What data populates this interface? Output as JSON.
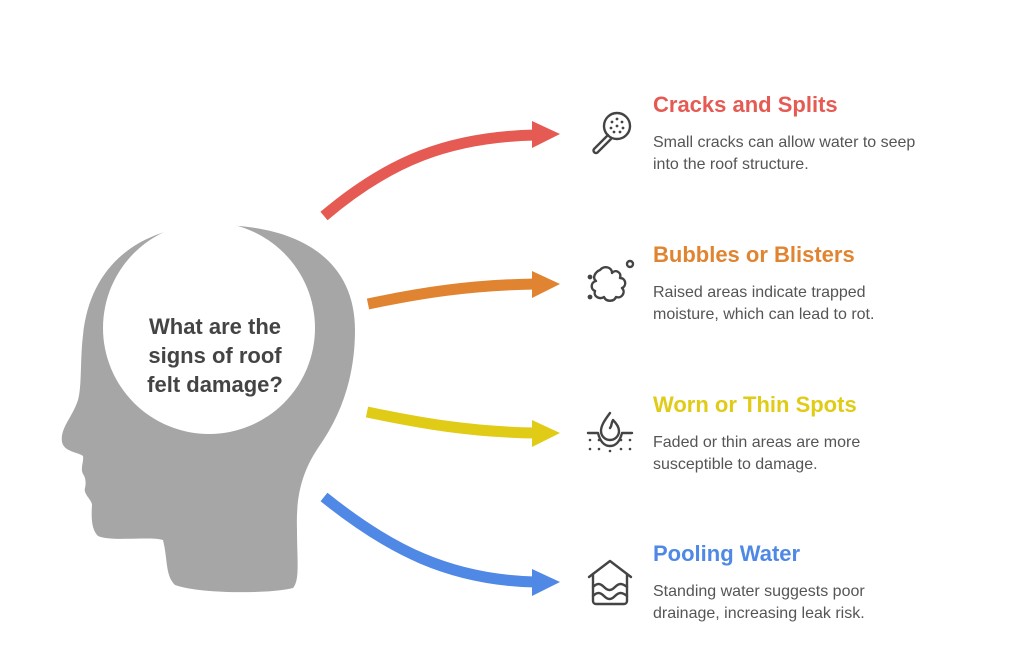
{
  "center": {
    "question_lines": [
      "What are the",
      "signs of roof",
      "felt damage?"
    ],
    "head_color": "#a6a6a6"
  },
  "items": [
    {
      "title": "Cracks and Splits",
      "description_lines": [
        "Small cracks can allow water to seep",
        "into the roof structure."
      ],
      "color": "#e55a52",
      "icon": "magnifier-dots-icon"
    },
    {
      "title": "Bubbles or Blisters",
      "description_lines": [
        "Raised areas indicate trapped",
        "moisture, which can lead to rot."
      ],
      "color": "#e08431",
      "icon": "blister-splat-icon"
    },
    {
      "title": "Worn or Thin Spots",
      "description_lines": [
        "Faded or thin areas are more",
        "susceptible to damage."
      ],
      "color": "#e0cb16",
      "icon": "drop-in-ground-icon"
    },
    {
      "title": "Pooling Water",
      "description_lines": [
        "Standing water suggests poor",
        "drainage, increasing leak risk."
      ],
      "color": "#4f88e5",
      "icon": "house-flood-icon"
    }
  ]
}
